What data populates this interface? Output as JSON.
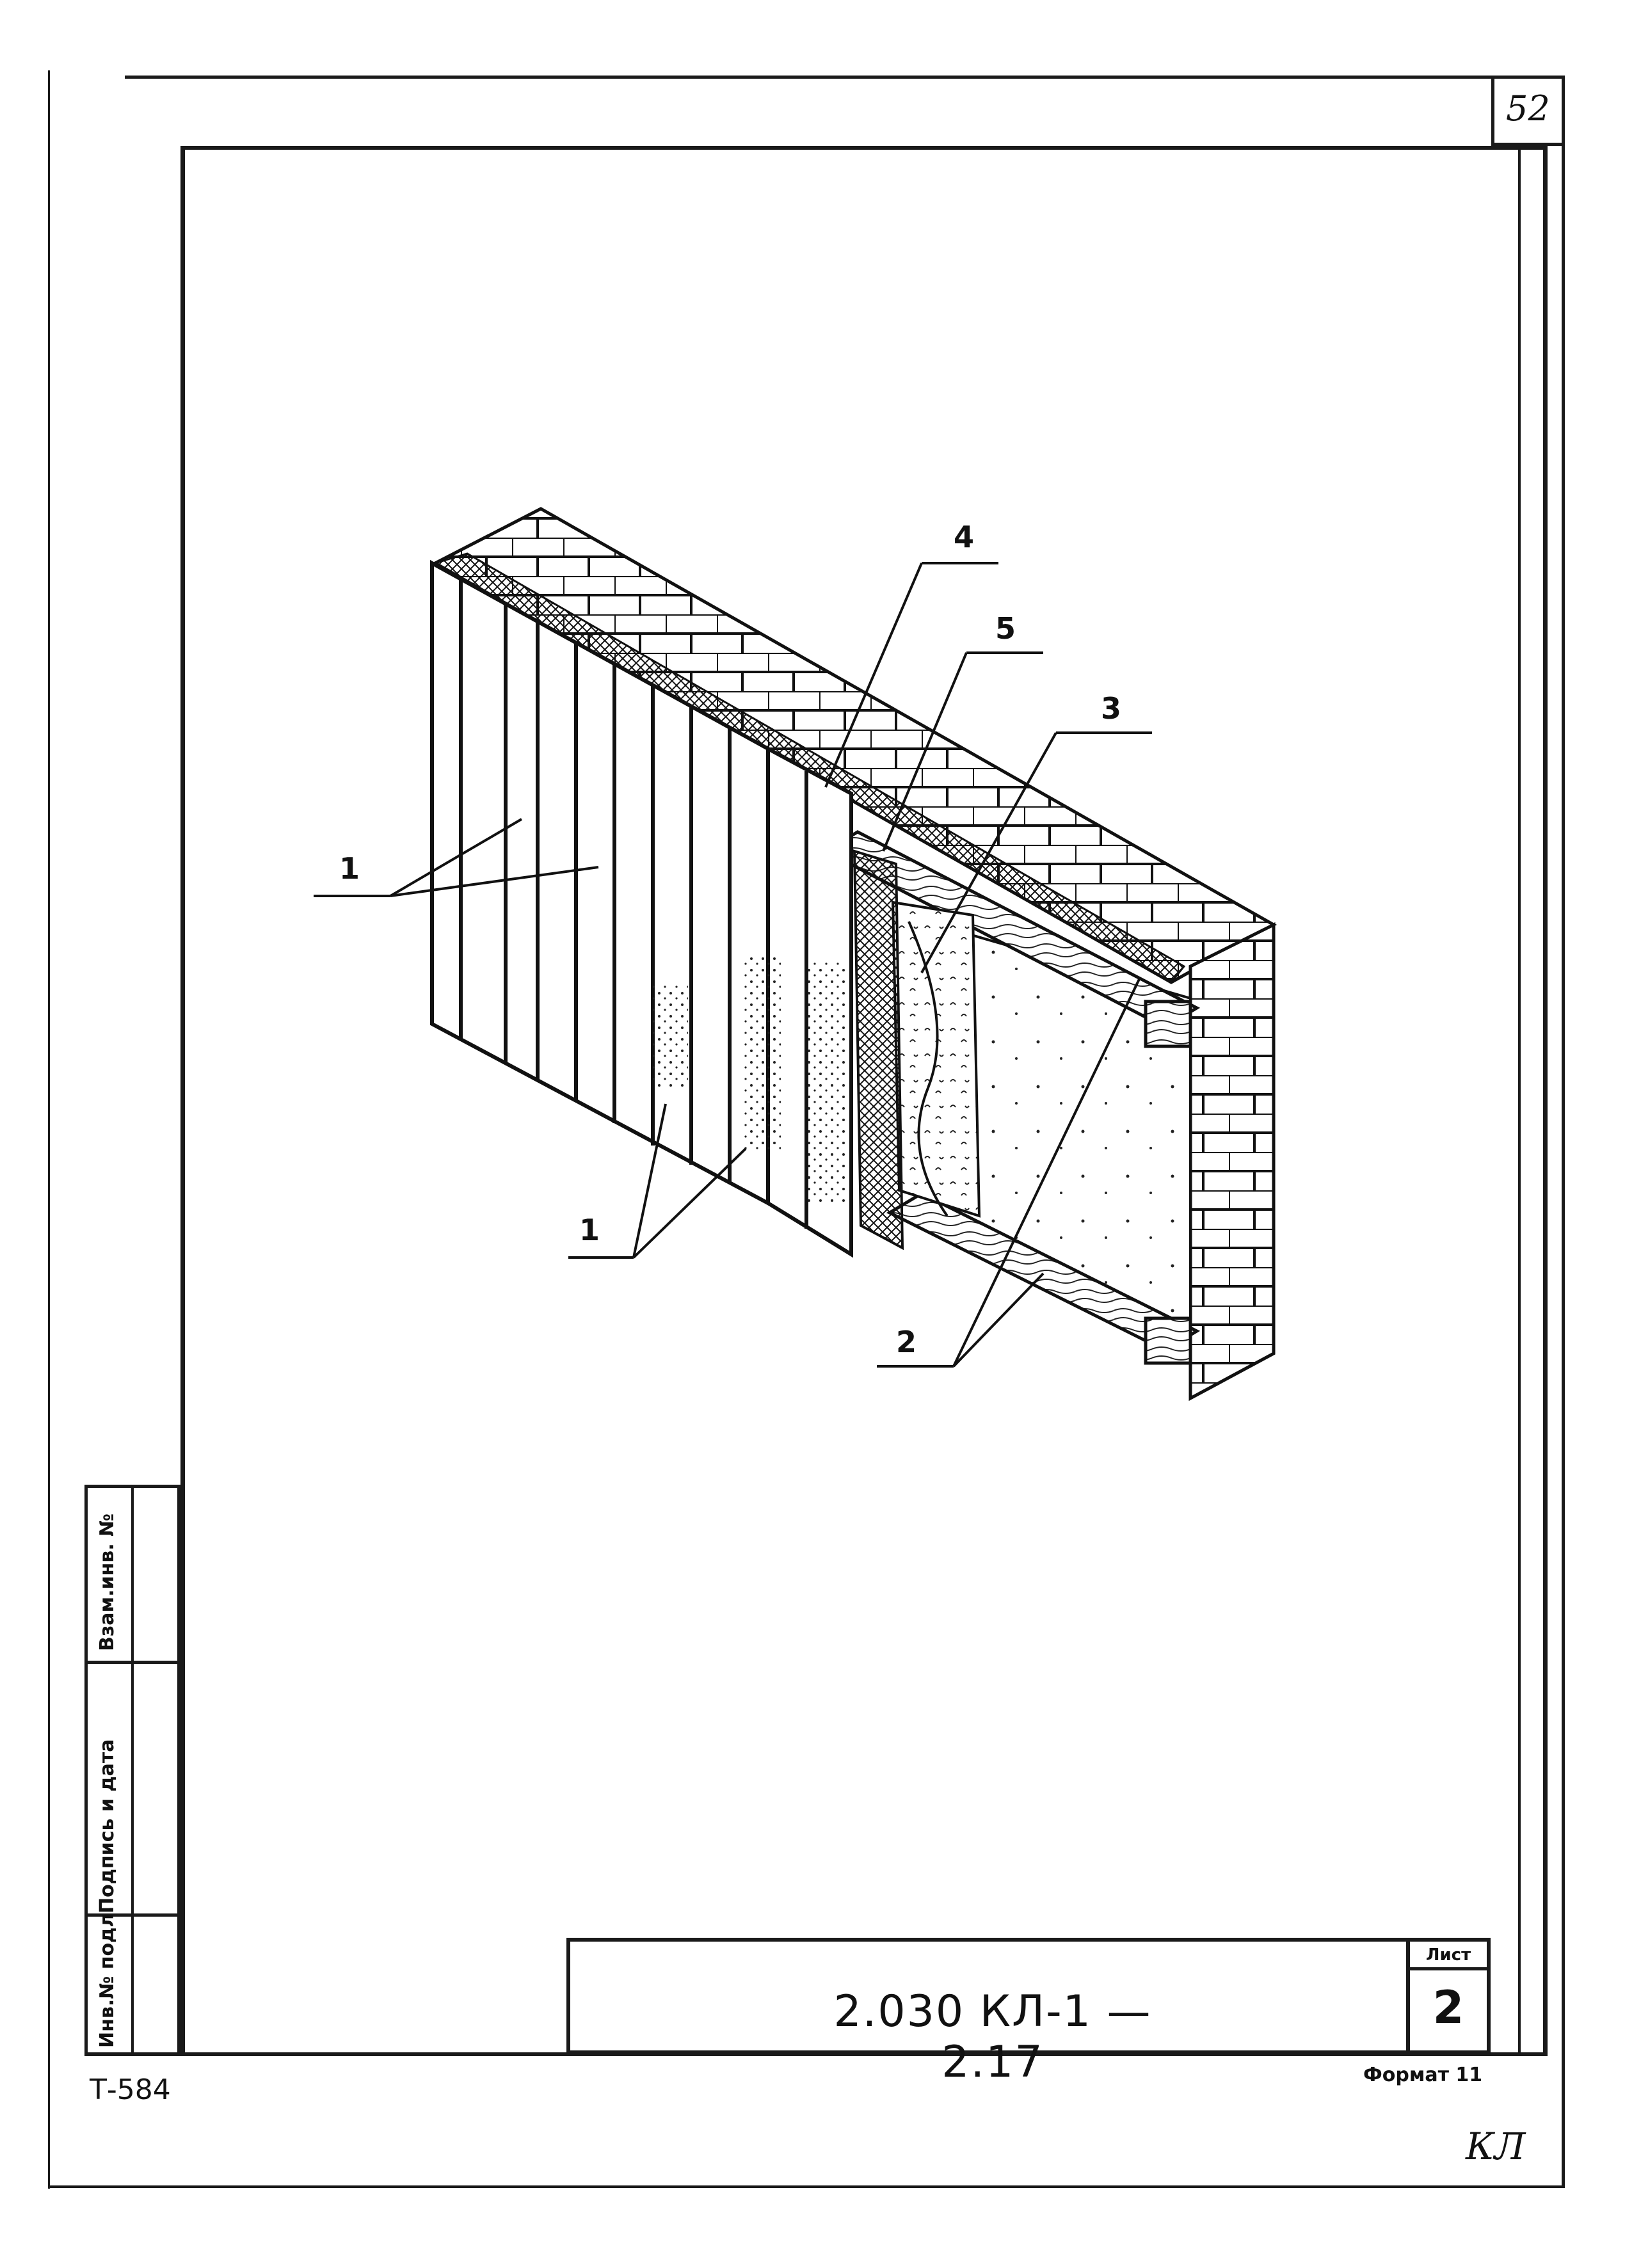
{
  "corner_number": "52",
  "side_labels": [
    "Взам.инв. №",
    "Подпись и дата",
    "Инв.№ подл."
  ],
  "callouts": [
    {
      "label": "1"
    },
    {
      "label": "1"
    },
    {
      "label": "2"
    },
    {
      "label": "3"
    },
    {
      "label": "4"
    },
    {
      "label": "5"
    }
  ],
  "title_block": {
    "doc_code": "2.030 КЛ-1 — 2.17",
    "sheet_label": "Лист",
    "sheet_number": "2"
  },
  "footer": {
    "drawing_number": "Т-584",
    "format": "Формат 11",
    "initials": "КЛ"
  }
}
